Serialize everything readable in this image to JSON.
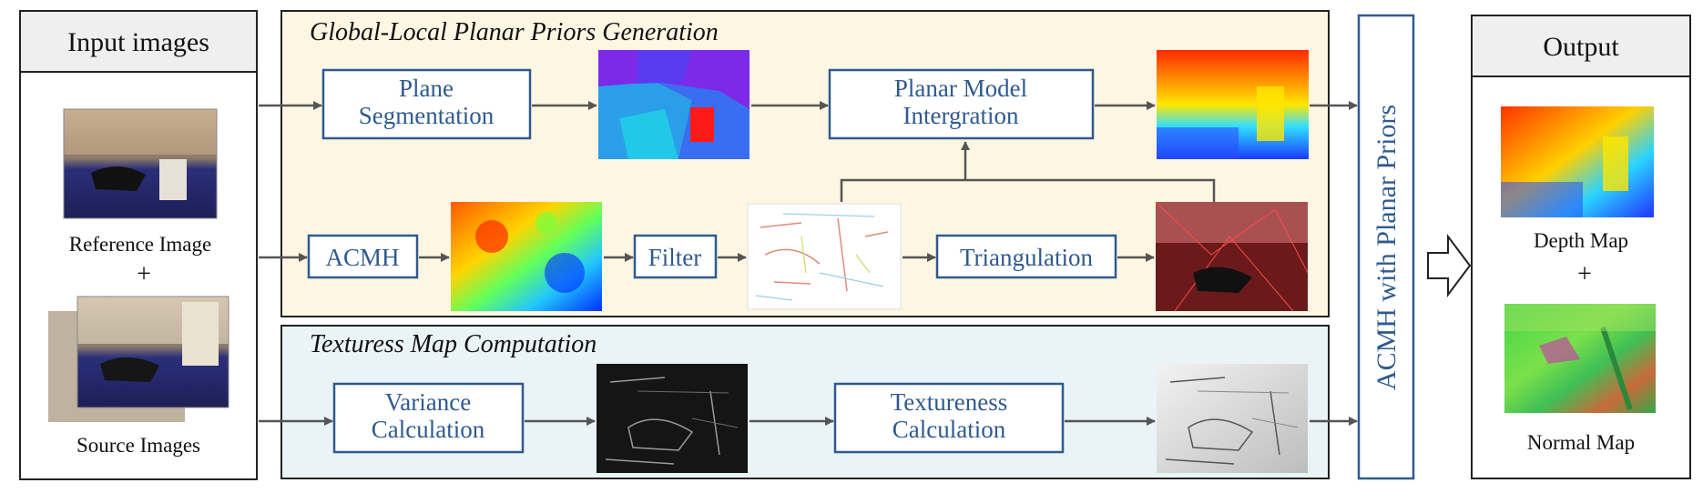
{
  "input_panel": {
    "title": "Input images",
    "reference_label": "Reference Image",
    "plus": "+",
    "source_label": "Source Images"
  },
  "global_local_section": {
    "title": "Global-Local Planar Priors Generation",
    "plane_segmentation": [
      "Plane",
      "Segmentation"
    ],
    "planar_model": [
      "Planar Model",
      "Intergration"
    ],
    "acmh": "ACMH",
    "filter": "Filter",
    "triangulation": "Triangulation"
  },
  "textureness_section": {
    "title": "Texturess Map Computation",
    "variance": [
      "Variance",
      "Calculation"
    ],
    "textureness": [
      "Textureness",
      "Calculation"
    ]
  },
  "acmh_planar_priors": "ACMH with Planar Priors",
  "output_panel": {
    "title": "Output",
    "depth_label": "Depth Map",
    "plus": "+",
    "normal_label": "Normal Map"
  },
  "colors": {
    "box_border": "#2f5a8f",
    "text_blue": "#2f5a8f",
    "global_bg": "#fdf6e3",
    "texture_bg": "#eaf3f6",
    "arrow": "#555555"
  }
}
